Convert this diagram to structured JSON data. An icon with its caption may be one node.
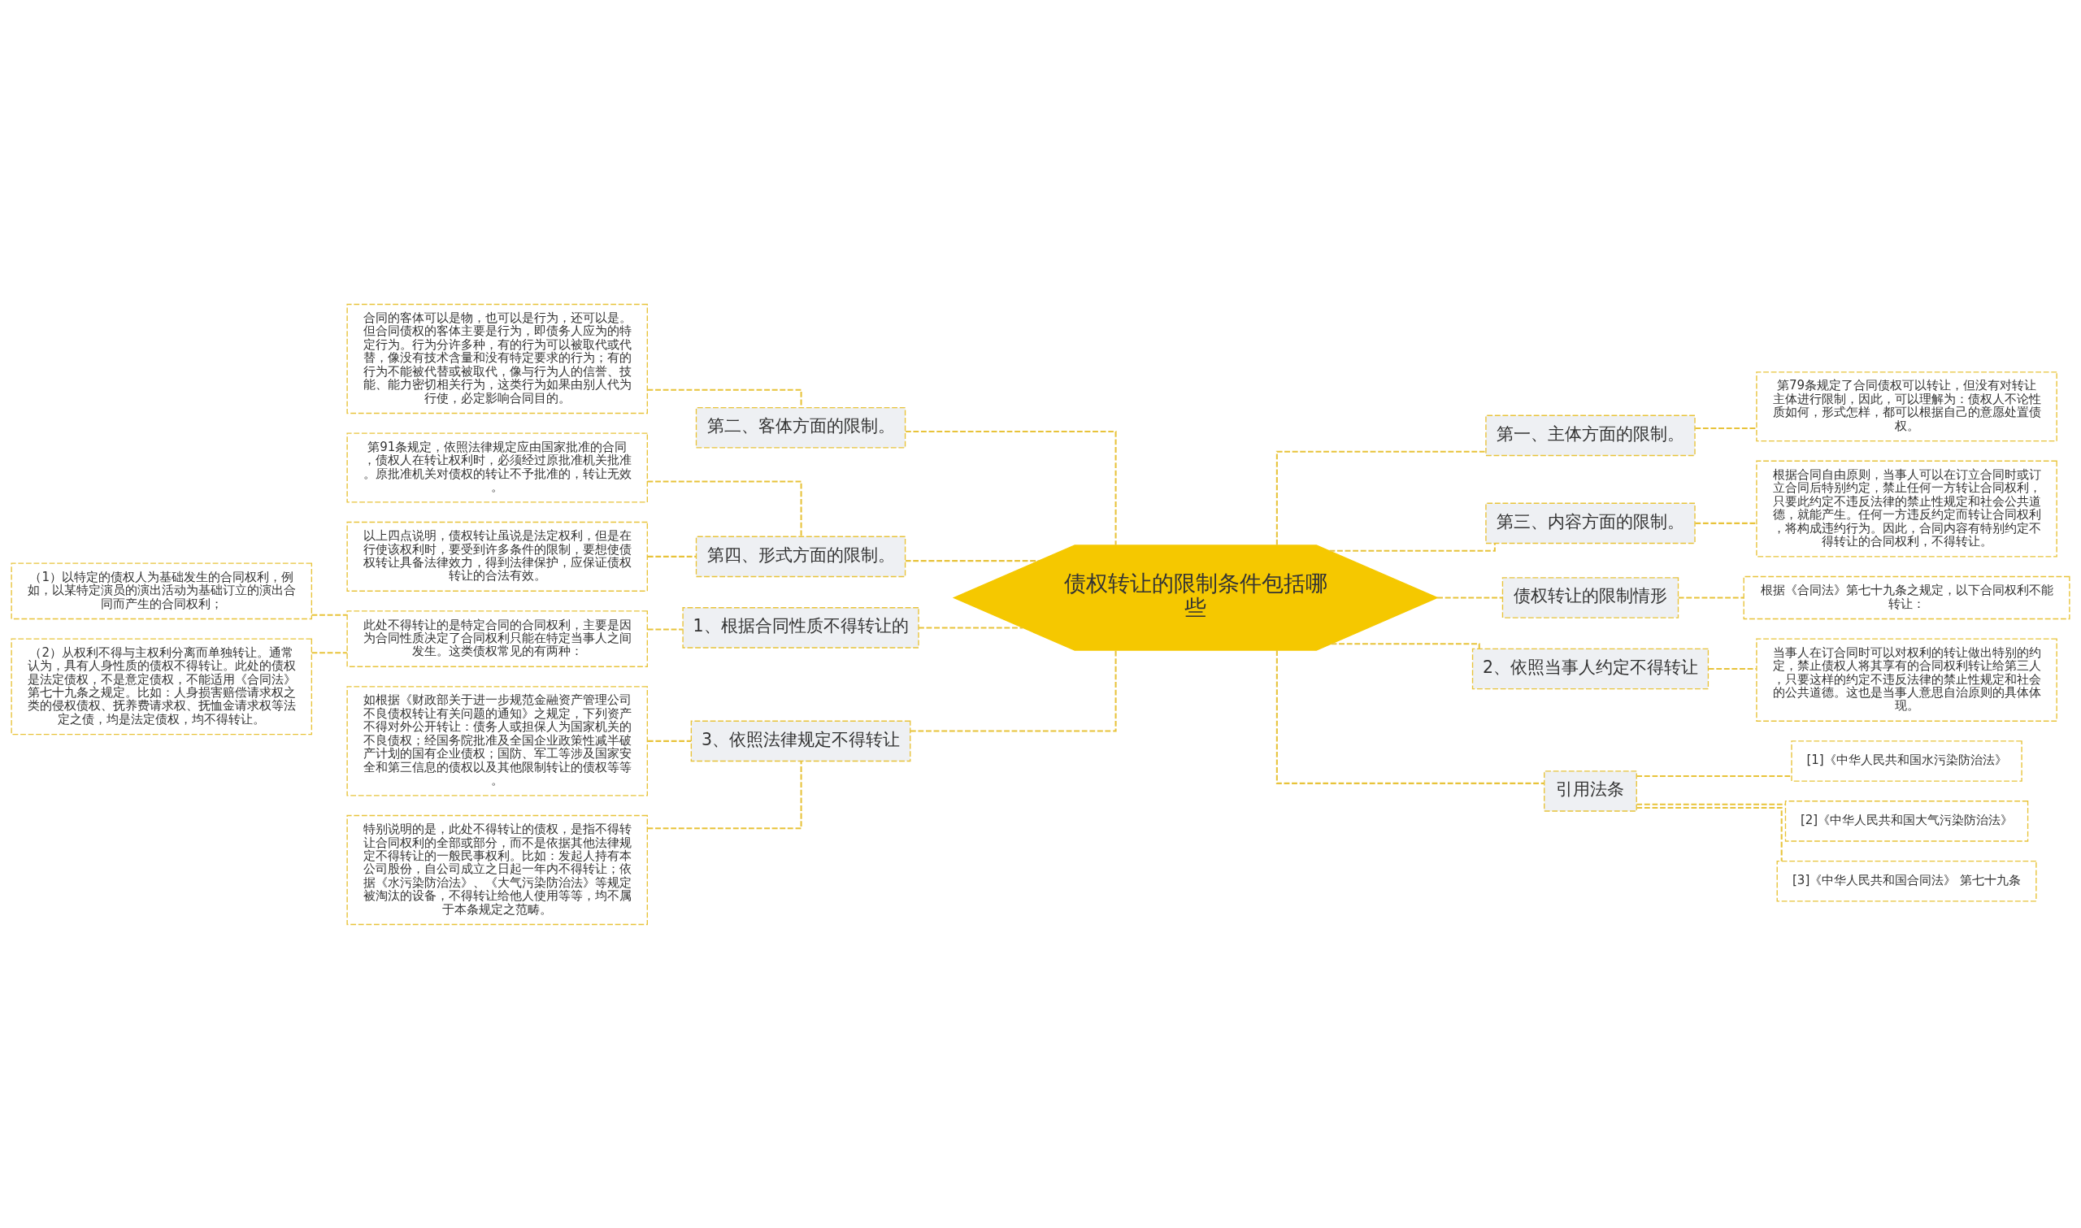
{
  "diagram": {
    "nodes": [
      {
        "text": [
          "债权转让的限制条件包括哪些"
        ]
      },
      {
        "text": [
          "第二、客体方面的限制。"
        ]
      },
      {
        "text": [
          "合同的客体可以是物，也可以是行为，还可以是。但合同债权的客体主要是行为，即债务人应为的特定行为。行为分许多种，有的行为可以被取代或代替，像没有技术含量和没有特定要求的行为；有的行为不能被代替或被取代，像与行为人的信誉、技能、能力密切相关行为，这类行为如果由别人代为行使，必定影响合同目的。"
        ]
      },
      {
        "text": [
          "第四、形式方面的限制。"
        ]
      },
      {
        "text": [
          "第91条规定，依照法律规定应由国家批准的合同，债权人在转让权利时，必须经过原批准机关批准。原批准机关对债权的转让不予批准的，转让无效。"
        ]
      },
      {
        "text": [
          "以上四点说明，债权转让虽说是法定权利，但是在行使该权利时，要受到许多条件的限制，要想使债权转让具备法律效力，得到法律保护，应保证债权转让的合法有效。"
        ]
      },
      {
        "text": [
          "1、根据合同性质不得转让的"
        ]
      },
      {
        "text": [
          "此处不得转让的是特定合同的合同权利，主要是因为合同性质决定了合同权利只能在特定当事人之间发生。这类债权常见的有两种："
        ]
      },
      {
        "text": [
          "（1）以特定的债权人为基础发生的合同权利，例如，以某特定演员的演出活动为基础订立的演出合同而产生的合同权利；"
        ]
      },
      {
        "text": [
          "（2）从权利不得与主权利分离而单独转让。通常认为，具有人身性质的债权不得转让。此处的债权是法定债权，不是意定债权，不能适用《合同法》第七十九条之规定。比如：人身损害赔偿请求权之类的侵权债权、抚养费请求权、抚恤金请求权等法定之债，均是法定债权，均不得转让。"
        ]
      },
      {
        "text": [
          "3、依照法律规定不得转让"
        ]
      },
      {
        "text": [
          "如根据《财政部关于进一步规范金融资产管理公司不良债权转让有关问题的通知》之规定，下列资产不得对外公开转让：债务人或担保人为国家机关的不良债权；经国务院批准及全国企业政策性减半破产计划的国有企业债权；国防、军工等涉及国家安全和第三信息的债权以及其他限制转让的债权等等。"
        ]
      },
      {
        "text": [
          "特别说明的是，此处不得转让的债权，是指不得转让合同权利的全部或部分，而不是依据其他法律规定不得转让的一般民事权利。比如：发起人持有本公司股份，自公司成立之日起一年内不得转让；依据《水污染防治法》、《大气污染防治法》等规定被淘汰的设备，不得转让给他人使用等等，均不属于本条规定之范畴。"
        ]
      },
      {
        "text": [
          "第一、主体方面的限制。"
        ]
      },
      {
        "text": [
          "第79条规定了合同债权可以转让，但没有对转让主体进行限制，因此，可以理解为：债权人不论性质如何，形式怎样，都可以根据自己的意愿处置债权。"
        ]
      },
      {
        "text": [
          "第三、内容方面的限制。"
        ]
      },
      {
        "text": [
          "根据合同自由原则，当事人可以在订立合同时或订立合同后特别约定，禁止任何一方转让合同权利，只要此约定不违反法律的禁止性规定和社会公共道德，就能产生。任何一方违反约定而转让合同权利，将构成违约行为。因此，合同内容有特别约定不得转让的合同权利，不得转让。"
        ]
      },
      {
        "text": [
          "债权转让的限制情形"
        ]
      },
      {
        "text": [
          "根据《合同法》第七十九条之规定，以下合同权利不能转让："
        ]
      },
      {
        "text": [
          "2、依照当事人约定不得转让"
        ]
      },
      {
        "text": [
          "当事人在订合同时可以对权利的转让做出特别的约定，禁止债权人将其享有的合同权利转让给第三人，只要这样的约定不违反法律的禁止性规定和社会的公共道德。这也是当事人意思自治原则的具体体现。"
        ]
      },
      {
        "text": [
          "引用法条"
        ]
      },
      {
        "text": [
          "[1]《中华人民共和国水污染防治法》"
        ]
      },
      {
        "text": [
          "[2]《中华人民共和国大气污染防治法》"
        ]
      },
      {
        "text": [
          "[3]《中华人民共和国合同法》 第七十九条"
        ]
      }
    ],
    "edges": [
      {
        "from": 0,
        "to": 1,
        "arrow": "none"
      },
      {
        "from": 1,
        "to": 2,
        "arrow": "none"
      },
      {
        "from": 0,
        "to": 3,
        "arrow": "none"
      },
      {
        "from": 3,
        "to": 4,
        "arrow": "none"
      },
      {
        "from": 3,
        "to": 5,
        "arrow": "none"
      },
      {
        "from": 0,
        "to": 6,
        "arrow": "none"
      },
      {
        "from": 6,
        "to": 7,
        "arrow": "none"
      },
      {
        "from": 7,
        "to": 8,
        "arrow": "none"
      },
      {
        "from": 7,
        "to": 9,
        "arrow": "none"
      },
      {
        "from": 0,
        "to": 10,
        "arrow": "none"
      },
      {
        "from": 10,
        "to": 11,
        "arrow": "none"
      },
      {
        "from": 10,
        "to": 12,
        "arrow": "none"
      },
      {
        "from": 0,
        "to": 13,
        "arrow": "none"
      },
      {
        "from": 13,
        "to": 14,
        "arrow": "none"
      },
      {
        "from": 0,
        "to": 15,
        "arrow": "none"
      },
      {
        "from": 15,
        "to": 16,
        "arrow": "none"
      },
      {
        "from": 0,
        "to": 17,
        "arrow": "none"
      },
      {
        "from": 17,
        "to": 18,
        "arrow": "none"
      },
      {
        "from": 0,
        "to": 19,
        "arrow": "none"
      },
      {
        "from": 19,
        "to": 20,
        "arrow": "none"
      },
      {
        "from": 0,
        "to": 21,
        "arrow": "none"
      },
      {
        "from": 21,
        "to": 22,
        "arrow": "none"
      },
      {
        "from": 21,
        "to": 23,
        "arrow": "none"
      },
      {
        "from": 21,
        "to": 24,
        "arrow": "none"
      }
    ]
  }
}
